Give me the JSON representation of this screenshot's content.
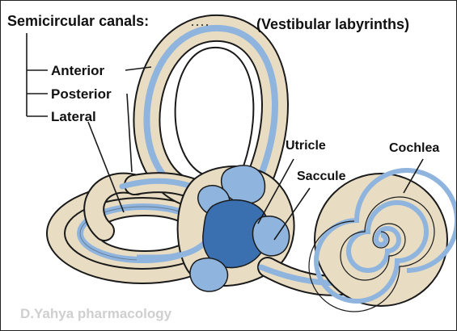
{
  "labels": {
    "title_main": "Semicircular canals:",
    "title_sub": "(Vestibular labyrinths)",
    "anterior": "Anterior",
    "posterior": "Posterior",
    "lateral": "Lateral",
    "utricle": "Utricle",
    "saccule": "Saccule",
    "cochlea": "Cochlea"
  },
  "watermark": "D.Yahya pharmacology",
  "colors": {
    "outer_tissue": "#e8dcc3",
    "canal_fill": "#8fb4de",
    "utricle_dark": "#3a6fb0",
    "outline": "#1a1a1a",
    "watermark": "#cfcfcf"
  }
}
